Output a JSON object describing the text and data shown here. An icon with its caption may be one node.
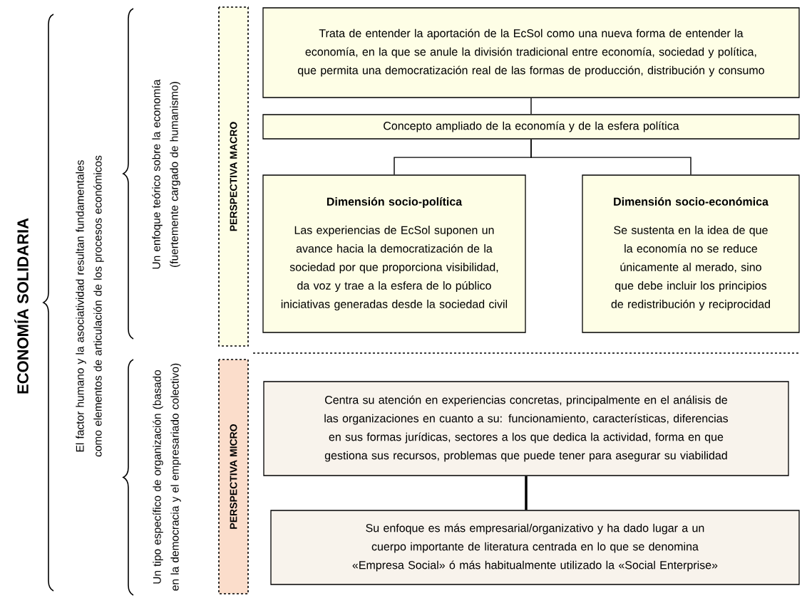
{
  "diagram": {
    "title": "ECONOMÍA  SOLIDARIA",
    "nodes": [
      {
        "text": [
          "PERSPECTIVA  MACRO"
        ]
      },
      {
        "text": [
          "PERSPECTIVA  MICRO"
        ]
      },
      {
        "text": [
          "Trata de entender la aportación de la EcSol  como una nueva forma de entender la economía, en la que se anule la división tradicional entre economía, sociedad y política, que permita una democratización real de las formas de producción, distribución y consumo"
        ]
      },
      {
        "text": [
          "Concepto ampliado de la economía y de la esfera política"
        ]
      },
      {
        "text": [
          "Dimensión socio-política",
          "Las experiencias de EcSol suponen un avance hacia la democratización de la sociedad por que proporciona visibilidad, da voz y trae a la esfera de lo público iniciativas generadas desde la sociedad civil"
        ]
      },
      {
        "text": [
          "Dimensión socio-económica",
          "Se sustenta en la idea de que la economía no se reduce únicamente al merado, sino que debe incluir los principios de redistribución y reciprocidad"
        ]
      },
      {
        "text": [
          "Centra su atención en experiencias concretas, principalmente en el análisis de las organizaciones en cuanto a su: funcionamiento, características, diferencias en sus formas jurídicas, sectores a los que dedica la actividad, forma en que gestiona sus recursos, problemas que puede tener para asegurar su viabilidad"
        ]
      },
      {
        "text": [
          "Su enfoque es más empresarial/organizativo  y ha dado lugar a un cuerpo importante de literatura centrada en lo que se denomina «Empresa Social» ó más habitualmente utilizado la «Social Enterprise»"
        ]
      }
    ],
    "edges": [
      {
        "from": 2,
        "to": 3,
        "arrow": "none"
      },
      {
        "from": 3,
        "to": 4,
        "arrow": "none"
      },
      {
        "from": 3,
        "to": 5,
        "arrow": "none"
      },
      {
        "from": 6,
        "to": 7,
        "arrow": "none",
        "style": "thick"
      }
    ],
    "labels": [
      "El factor humano y la asociatividad  resultan fundamentales  como elementos de articulación de los procesos económicos",
      "Un enfoque teórico sobre la economía (fuertemente cargado de humanismo)",
      "Un tipo específico de organización (basado en la democracia y el empresariado colectivo)"
    ]
  }
}
